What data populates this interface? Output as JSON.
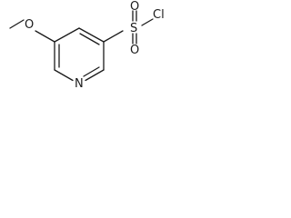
{
  "structure": {
    "atoms": {
      "methoxy_oxygen": "O",
      "sulfur": "S",
      "sulfonyl_oxygen_top": "O",
      "sulfonyl_oxygen_bottom": "O",
      "chlorine": "Cl",
      "ring_nitrogen": "N"
    }
  }
}
